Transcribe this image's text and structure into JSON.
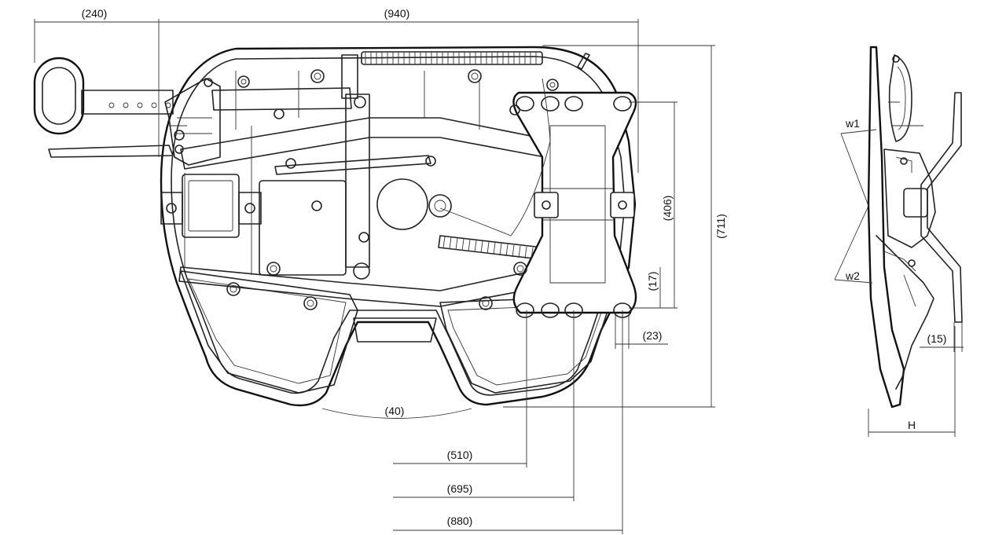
{
  "dimensions": {
    "d240": "(240)",
    "d940": "(940)",
    "d711": "(711)",
    "d406": "(406)",
    "d17": "(17)",
    "d23": "(23)",
    "d40": "(40)",
    "d510": "(510)",
    "d695": "(695)",
    "d880": "(880)",
    "d15": "(15)",
    "w1": "w1",
    "w2": "w2",
    "H": "H"
  },
  "colors": {
    "line": "#222222",
    "background": "#ffffff"
  }
}
